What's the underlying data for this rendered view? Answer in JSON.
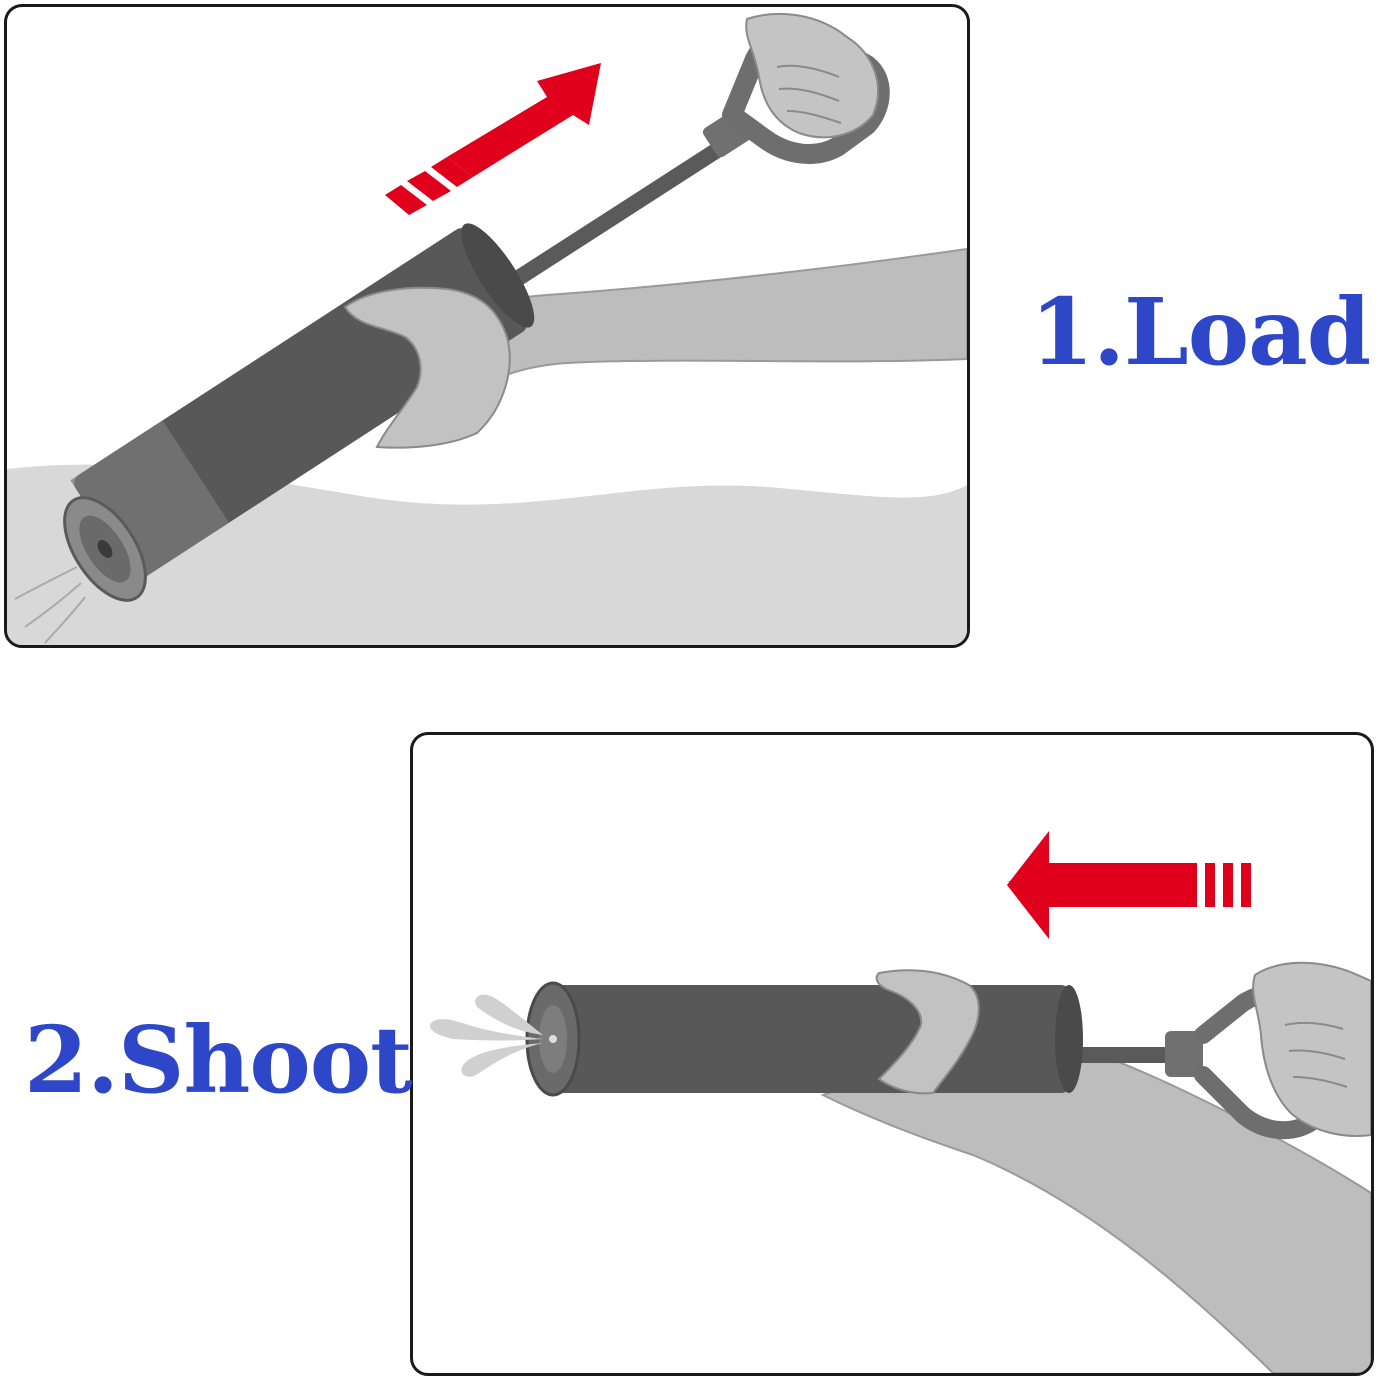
{
  "steps": [
    {
      "label": "1.Load",
      "action": "pull-handle-back"
    },
    {
      "label": "2.Shoot",
      "action": "push-handle-forward"
    }
  ],
  "colors": {
    "label_text": "#2e46c8",
    "arrow": "#e0001b",
    "tube": "#555555",
    "handle": "#6e6e6e",
    "skin": "#b9b9b9",
    "water": "#d8d8d8",
    "panel_border": "#1a1a1a"
  },
  "icons": {
    "load_arrow": "arrow-up-right-icon",
    "shoot_arrow": "arrow-left-icon"
  }
}
